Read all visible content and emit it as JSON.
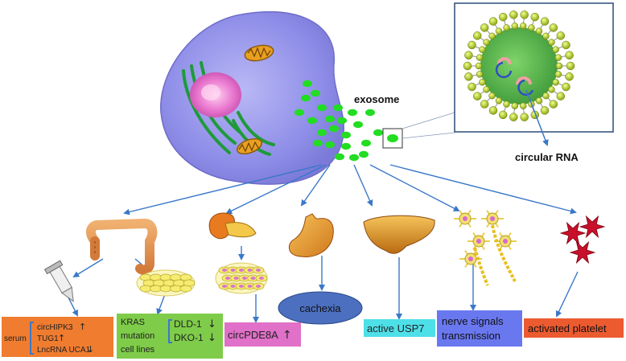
{
  "labels": {
    "exosome": "exosome",
    "circular_rna": "circular RNA",
    "cachexia": "cachexia",
    "circpde8a": "circPDE8A",
    "active_usp7": "active USP7",
    "nerve_signals_line1": "nerve signals",
    "nerve_signals_line2": "transmission",
    "activated_platelet": "activated platelet"
  },
  "serum_box": {
    "serum": "serum",
    "items": [
      "circHIPK3",
      "TUG1",
      "LncRNA UCA1"
    ],
    "arrows": [
      "↑",
      "↑",
      "↓"
    ]
  },
  "kras_box": {
    "lines": [
      "KRAS",
      "mutation",
      "cell lines"
    ],
    "items": [
      "DLD-1",
      "DKO-1"
    ],
    "arrows": [
      "↓",
      "↓"
    ]
  },
  "arrow_up": "↑",
  "colors": {
    "exosome_green": "#22dd22",
    "serum_box": "#f07c30",
    "kras_box": "#7fcc4a",
    "circpde8a_box": "#e070c8",
    "cachexia_ellipse": "#4c6fc0",
    "usp7_box": "#4ee0e8",
    "nerve_box": "#6a78f0",
    "platelet_box": "#ec5a30",
    "arrow_blue": "#3a78c8"
  },
  "icons": [
    "cell-icon",
    "colon-icon",
    "pancreas-icon",
    "stomach-icon",
    "liver-icon",
    "neurons-icon",
    "platelets-icon",
    "tube-icon",
    "cell-culture-icon",
    "exosome-icon"
  ]
}
